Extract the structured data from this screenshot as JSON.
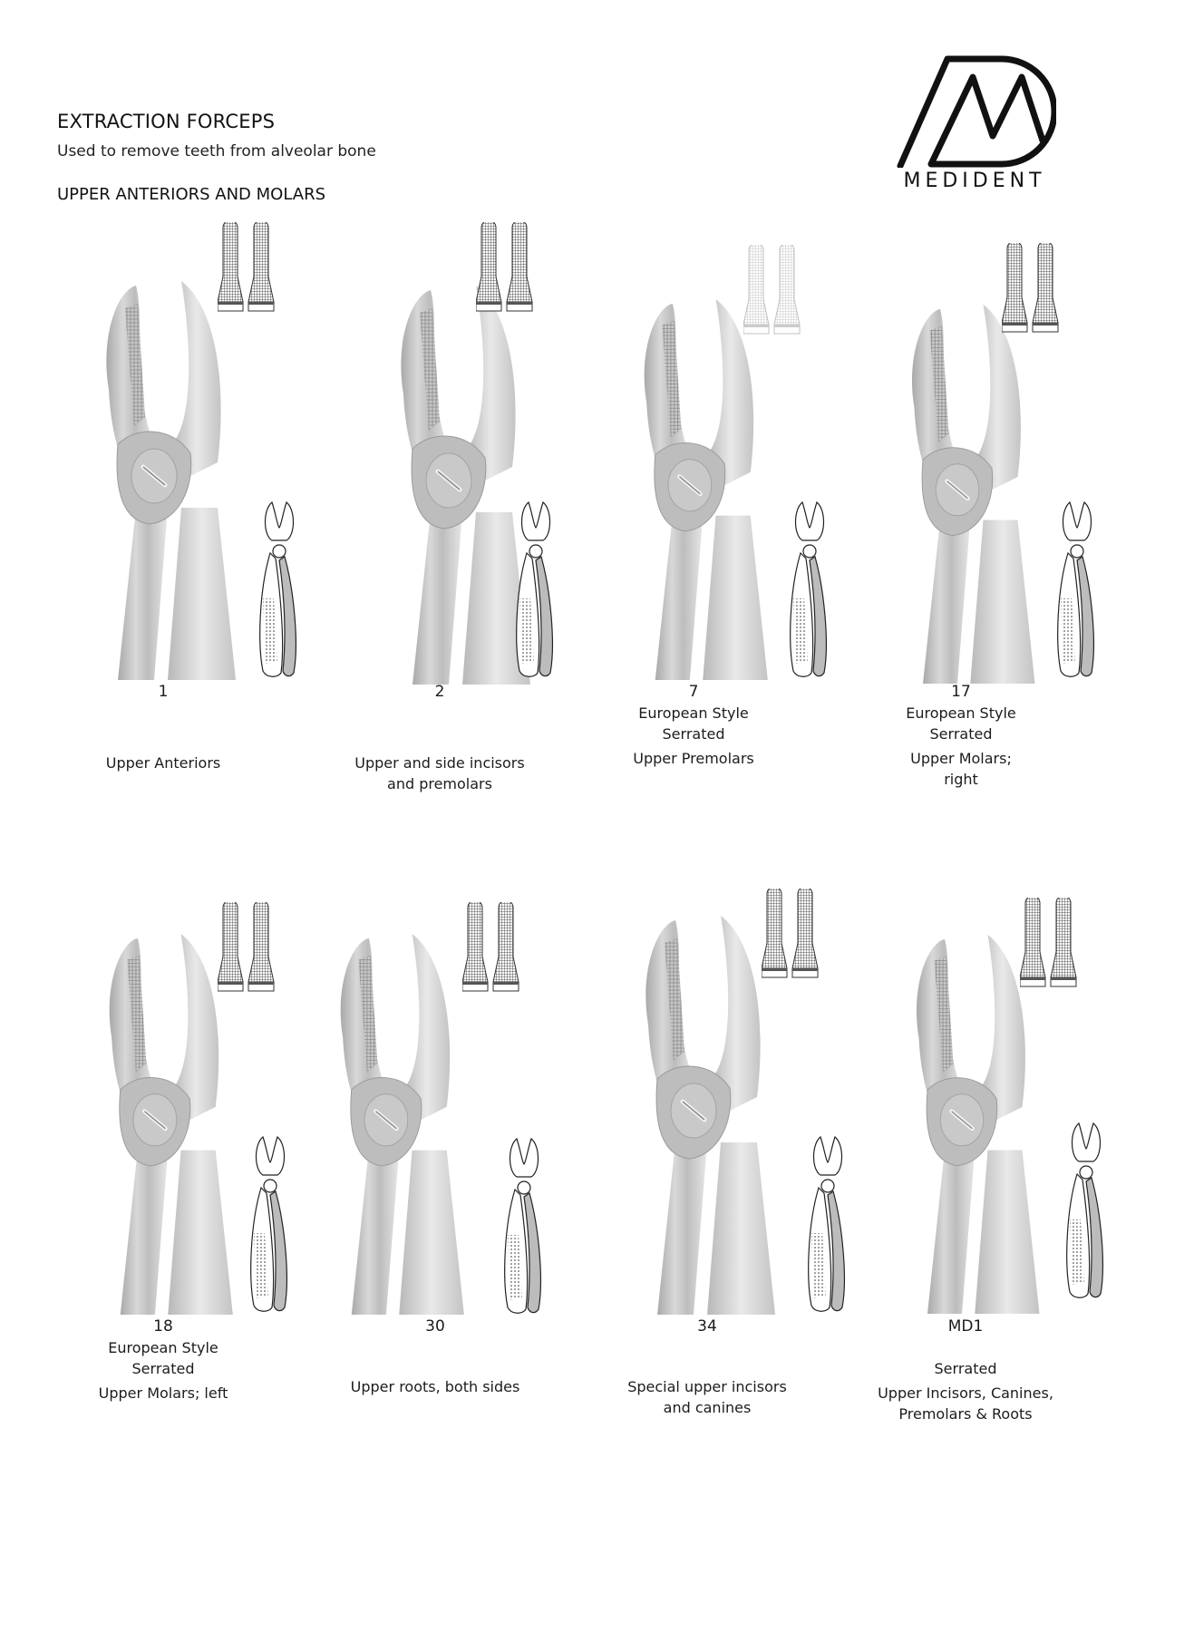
{
  "header": {
    "title": "EXTRACTION FORCEPS",
    "subtitle": "Used to remove teeth from alveolar bone",
    "section": "UPPER ANTERIORS AND MOLARS"
  },
  "logo": {
    "brand": "MEDIDENT",
    "icon": "md-monogram-icon",
    "color": "#111111"
  },
  "products": [
    {
      "number": "1",
      "style": "",
      "jaw": "",
      "description_lines": [
        "Upper Anteriors"
      ],
      "tip_icon": "straight-serrated-tips-icon"
    },
    {
      "number": "2",
      "style": "",
      "jaw": "",
      "description_lines": [
        "Upper and side incisors",
        "and premolars"
      ],
      "tip_icon": "straight-serrated-tips-icon"
    },
    {
      "number": "7",
      "style": "European Style",
      "jaw": "Serrated",
      "description_lines": [
        "Upper Premolars"
      ],
      "tip_icon": "angled-tips-icon"
    },
    {
      "number": "17",
      "style": "European Style",
      "jaw": "Serrated",
      "description_lines": [
        "Upper Molars;",
        "right"
      ],
      "tip_icon": "molar-right-tips-icon"
    },
    {
      "number": "18",
      "style": "European Style",
      "jaw": "Serrated",
      "description_lines": [
        "Upper Molars; left"
      ],
      "tip_icon": "molar-left-tips-icon"
    },
    {
      "number": "30",
      "style": "",
      "jaw": "",
      "description_lines": [
        "Upper roots, both sides"
      ],
      "tip_icon": "root-tips-icon"
    },
    {
      "number": "34",
      "style": "",
      "jaw": "",
      "description_lines": [
        "Special upper incisors",
        "and canines"
      ],
      "tip_icon": "narrow-straight-tips-icon"
    },
    {
      "number": "MD1",
      "style": "",
      "jaw": "Serrated",
      "description_lines": [
        "Upper Incisors, Canines,",
        "Premolars & Roots"
      ],
      "tip_icon": "narrow-angled-tips-icon"
    }
  ]
}
